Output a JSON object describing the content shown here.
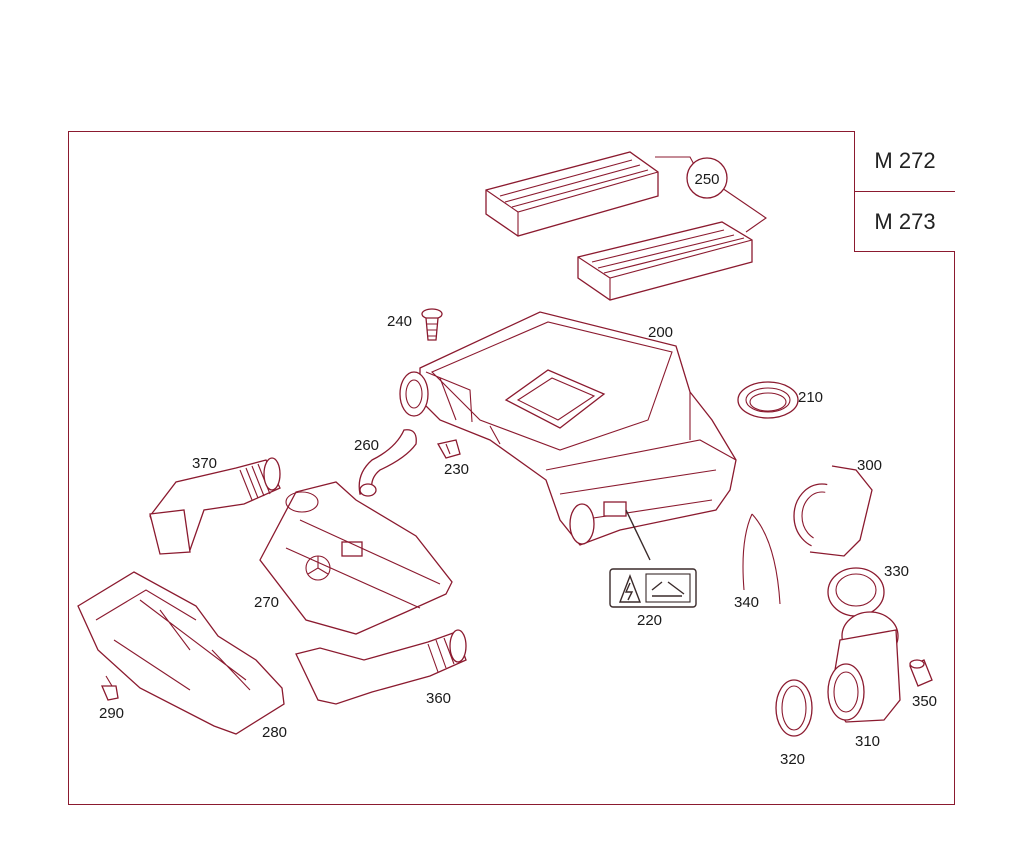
{
  "engines": [
    "M 272",
    "M 273"
  ],
  "labels": {
    "p200": "200",
    "p210": "210",
    "p220": "220",
    "p230": "230",
    "p240": "240",
    "p250": "250",
    "p260": "260",
    "p270": "270",
    "p280": "280",
    "p290": "290",
    "p300": "300",
    "p310": "310",
    "p320": "320",
    "p330": "330",
    "p340": "340",
    "p350": "350",
    "p360": "360",
    "p370": "370"
  },
  "colors": {
    "line": "#8b1a2f",
    "text": "#1a1a1a"
  }
}
